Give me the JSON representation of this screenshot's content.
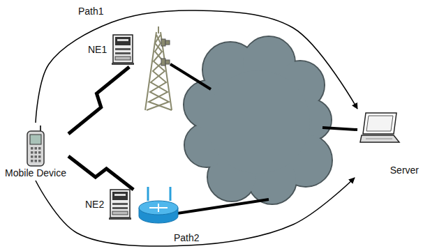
{
  "diagram": {
    "nodes": [
      {
        "text": [
          "Mobile Device"
        ]
      },
      {
        "text": [
          "NE1"
        ]
      },
      {
        "text": [
          "NE2"
        ]
      },
      {
        "text": [
          "Server"
        ]
      }
    ],
    "edges": [
      {
        "from": 0,
        "to": 1,
        "arrow": "none"
      },
      {
        "from": 0,
        "to": 2,
        "arrow": "none"
      },
      {
        "from": 0,
        "to": 3,
        "label": "Path1",
        "arrow": "to"
      },
      {
        "from": 0,
        "to": 3,
        "label": "Path2",
        "arrow": "to"
      }
    ]
  }
}
